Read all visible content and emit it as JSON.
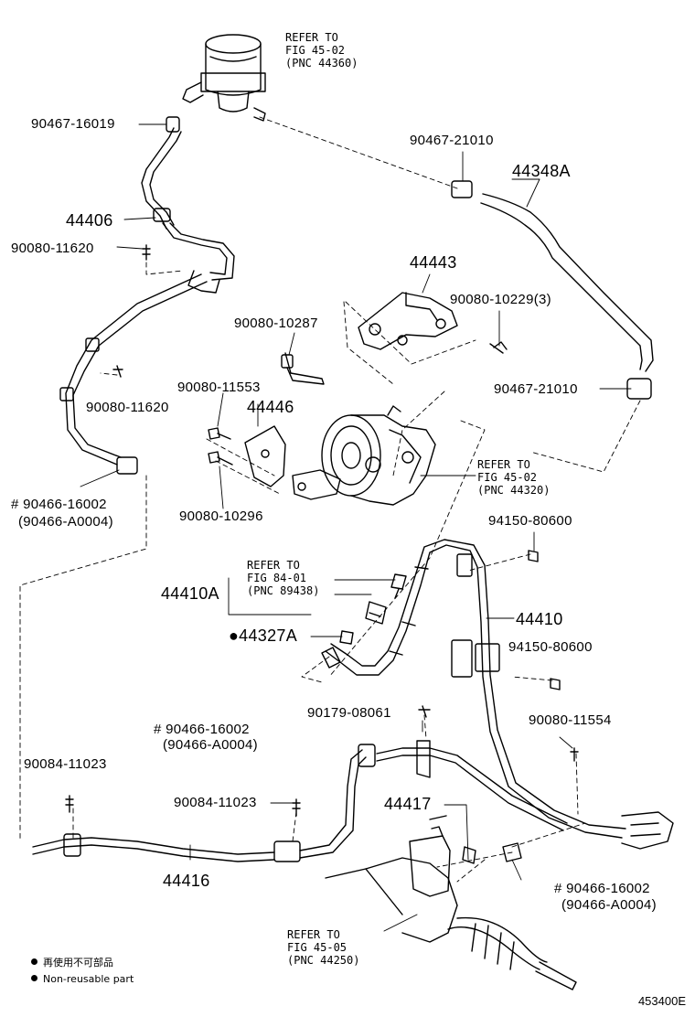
{
  "labels": {
    "p90467_16019": "90467-16019",
    "p44406": "44406",
    "p90080_11620_a": "90080-11620",
    "p90080_11620_b": "90080-11620",
    "p90466_16002_a": "# 90466-16002",
    "p90466_a0004_a": "(90466-A0004)",
    "p90467_21010_a": "90467-21010",
    "p44348a": "44348A",
    "p44443": "44443",
    "p90080_10287": "90080-10287",
    "p90080_10229": "90080-10229(3)",
    "p90467_21010_b": "90467-21010",
    "p90080_11553": "90080-11553",
    "p44446": "44446",
    "p90080_10296": "90080-10296",
    "p94150_80600_a": "94150-80600",
    "p44410a": "44410A",
    "p44327a": "●44327A",
    "p44410": "44410",
    "p94150_80600_b": "94150-80600",
    "p90179_08061": "90179-08061",
    "p90466_16002_b": "# 90466-16002",
    "p90466_a0004_b": "(90466-A0004)",
    "p90080_11554": "90080-11554",
    "p90084_11023_a": "90084-11023",
    "p90084_11023_b": "90084-11023",
    "p44417": "44417",
    "p44416": "44416",
    "p90466_16002_c": "# 90466-16002",
    "p90466_a0004_c": "(90466-A0004)"
  },
  "refs": {
    "ref_44360": "REFER TO\nFIG 45-02\n(PNC 44360)",
    "ref_44320": "REFER TO\nFIG 45-02\n(PNC 44320)",
    "ref_89438": "REFER TO\nFIG 84-01\n(PNC 89438)",
    "ref_44250": "REFER TO\nFIG 45-05\n(PNC 44250)"
  },
  "legend": {
    "line1": "再使用不可部品",
    "line2": "Non-reusable part"
  },
  "figure_code": "453400E"
}
